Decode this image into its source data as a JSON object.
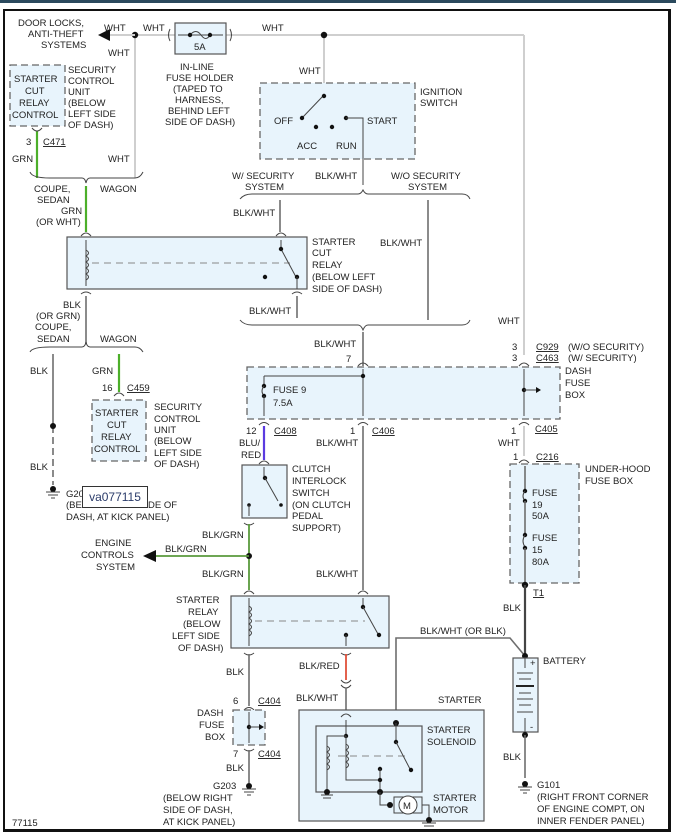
{
  "diagram": {
    "figure_number": "77115",
    "image_tag": "va077115",
    "wire_colors": {
      "WHT": "#cfcfcf",
      "GRN": "#4caf2a",
      "BLK": "#6e6e6e",
      "BLK_GRN": "#5a9a3c",
      "BLU_RED": "#5b3be0",
      "BLK_RED": "#e0503a"
    },
    "top": {
      "door_locks_l1": "DOOR LOCKS,",
      "door_locks_l2": "ANTI-THEFT",
      "door_locks_l3": "SYSTEMS",
      "wht": "WHT",
      "fuse_rating": "5A",
      "inline_fuse_l1": "IN-LINE",
      "inline_fuse_l2": "FUSE HOLDER",
      "inline_fuse_l3": "(TAPED TO",
      "inline_fuse_l4": "HARNESS,",
      "inline_fuse_l5": "BEHIND LEFT",
      "inline_fuse_l6": "SIDE OF DASH)"
    },
    "security_unit_top": {
      "box_l1": "STARTER",
      "box_l2": "CUT",
      "box_l3": "RELAY",
      "box_l4": "CONTROL",
      "desc_l1": "SECURITY",
      "desc_l2": "CONTROL",
      "desc_l3": "UNIT",
      "desc_l4": "(BELOW",
      "desc_l5": "LEFT SIDE",
      "desc_l6": "OF DASH)",
      "pin": "3",
      "connector": "C471",
      "wire": "GRN",
      "wire2": "WHT"
    },
    "ignition": {
      "title_l1": "IGNITION",
      "title_l2": "SWITCH",
      "off": "OFF",
      "acc": "ACC",
      "run": "RUN",
      "start": "START",
      "wire_in": "WHT",
      "wire_out": "BLK/WHT"
    },
    "variants": {
      "coupe_l1": "COUPE,",
      "coupe_l2": "SEDAN",
      "wagon": "WAGON",
      "grn": "GRN",
      "or_wht": "(OR WHT)",
      "w_security_l1": "W/ SECURITY",
      "w_security_l2": "SYSTEM",
      "wo_security_l1": "W/O SECURITY",
      "wo_security_l2": "SYSTEM",
      "blk": "BLK",
      "or_grn": "(OR GRN)"
    },
    "starter_cut_relay": {
      "l1": "STARTER",
      "l2": "CUT",
      "l3": "RELAY",
      "l4": "(BELOW LEFT",
      "l5": "SIDE OF DASH)",
      "wire_in": "BLK/WHT",
      "wire_out": "BLK/WHT",
      "bypass": "BLK/WHT"
    },
    "security_unit_bottom": {
      "wire": "GRN",
      "pin": "16",
      "connector": "C459",
      "box_l1": "STARTER",
      "box_l2": "CUT",
      "box_l3": "RELAY",
      "box_l4": "CONTROL",
      "desc_l1": "SECURITY",
      "desc_l2": "CONTROL",
      "desc_l3": "UNIT",
      "desc_l4": "(BELOW",
      "desc_l5": "LEFT SIDE",
      "desc_l6": "OF DASH)"
    },
    "ground_g20x": {
      "wire": "BLK",
      "wire2": "BLK",
      "name": "G20",
      "l1": "(BE",
      "l1b": "DE OF",
      "l2": "DASH, AT KICK PANEL)"
    },
    "dash_fuse_box": {
      "wire_in": "BLK/WHT",
      "pin_in": "7",
      "pin_wht_1": "3",
      "conn_wo": "C929",
      "note_wo": "(W/O SECURITY)",
      "pin_wht_2": "3",
      "conn_w": "C463",
      "note_w": "(W/ SECURITY)",
      "wht_top": "WHT",
      "fuse": "FUSE 9",
      "fuse_rating": "7.5A",
      "title_l1": "DASH",
      "title_l2": "FUSE",
      "title_l3": "BOX",
      "pin_c408": "12",
      "conn_c408": "C408",
      "pin_c406": "1",
      "conn_c406": "C406",
      "pin_c405": "1",
      "conn_c405": "C405"
    },
    "clutch": {
      "wire_l1": "BLU/",
      "wire_l2": "RED",
      "l1": "CLUTCH",
      "l2": "INTERLOCK",
      "l3": "SWITCH",
      "l4": "(ON CLUTCH",
      "l5": "PEDAL",
      "l6": "SUPPORT)",
      "wire_out": "BLK/GRN",
      "wire_mid": "BLK/GRN",
      "wire_down": "BLK/GRN",
      "engine_l1": "ENGINE",
      "engine_l2": "CONTROLS",
      "engine_l3": "SYSTEM"
    },
    "c406_wire": "BLK/WHT",
    "starter_relay": {
      "l1": "STARTER",
      "l2": "RELAY",
      "l3": "(BELOW",
      "l4": "LEFT SIDE",
      "l5": "OF DASH)",
      "wire_in": "BLK/WHT",
      "wire_gnd": "BLK",
      "wire_out": "BLK/RED",
      "wire_out2": "BLK/WHT"
    },
    "lower_dash_fuse": {
      "pin_top": "6",
      "conn_top": "C404",
      "pin_bot": "7",
      "conn_bot": "C404",
      "l1": "DASH",
      "l2": "FUSE",
      "l3": "BOX",
      "wire": "BLK",
      "ground": "G203",
      "g_l1": "(BELOW RIGHT",
      "g_l2": "SIDE OF DASH,",
      "g_l3": "AT KICK PANEL)"
    },
    "underhood": {
      "wht": "WHT",
      "pin": "1",
      "connector": "C216",
      "title_l1": "UNDER-HOOD",
      "title_l2": "FUSE BOX",
      "fuse19_l1": "FUSE",
      "fuse19_l2": "19",
      "fuse19_l3": "50A",
      "fuse15_l1": "FUSE",
      "fuse15_l2": "15",
      "fuse15_l3": "80A",
      "terminal": "T1",
      "wire_out": "BLK"
    },
    "battery": {
      "label": "BATTERY",
      "plus": "+",
      "minus": "-",
      "feed": "BLK/WHT (OR BLK)",
      "wire_gnd": "BLK",
      "ground": "G101",
      "g_l1": "(RIGHT FRONT CORNER",
      "g_l2": "OF ENGINE COMPT, ON",
      "g_l3": "INNER FENDER PANEL)"
    },
    "starter": {
      "title": "STARTER",
      "sol_l1": "STARTER",
      "sol_l2": "SOLENOID",
      "motor_l1": "STARTER",
      "motor_l2": "MOTOR",
      "motor_symbol": "M"
    }
  }
}
